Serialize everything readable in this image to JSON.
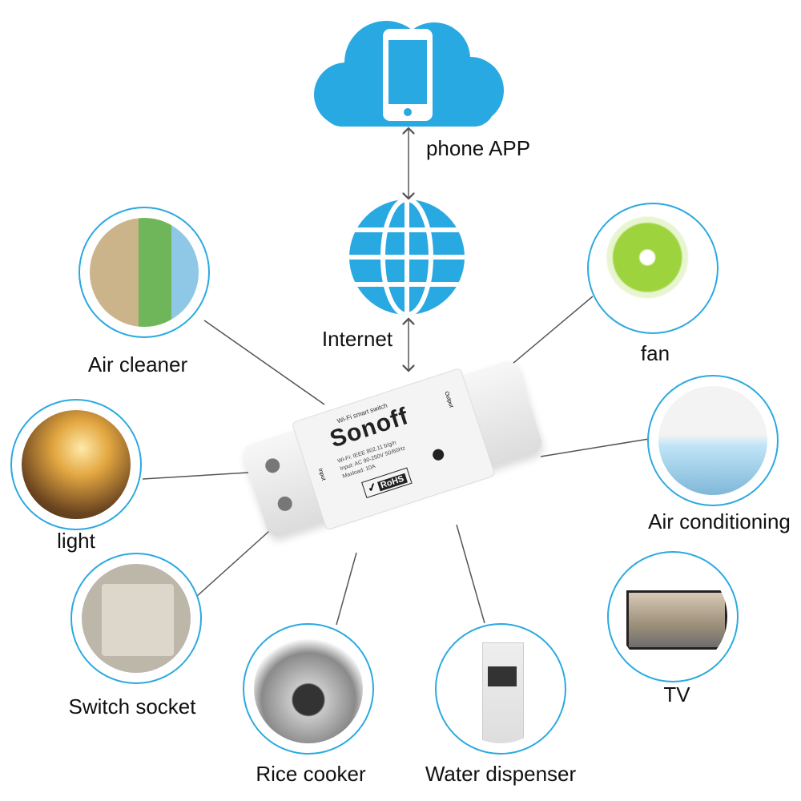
{
  "cloud": {
    "label": "phone APP",
    "color": "#29a9e1"
  },
  "internet": {
    "label": "Internet"
  },
  "device": {
    "brand": "Sonoff",
    "subtitle": "Wi-Fi smart switch",
    "spec_lines": [
      "Wi-Fi: IEEE 802.11 b/g/n",
      "Input: AC 90-250V 50/60Hz",
      "Maxload: 10A"
    ],
    "rohs": "RoHS",
    "input_label": "Input",
    "output_label": "Output"
  },
  "appliances": [
    {
      "id": "air-cleaner",
      "label": "Air cleaner"
    },
    {
      "id": "light",
      "label": "light"
    },
    {
      "id": "switch-socket",
      "label": "Switch socket"
    },
    {
      "id": "rice-cooker",
      "label": "Rice cooker"
    },
    {
      "id": "water-dispenser",
      "label": "Water dispenser"
    },
    {
      "id": "tv",
      "label": "TV"
    },
    {
      "id": "air-conditioning",
      "label": "Air conditioning"
    },
    {
      "id": "fan",
      "label": "fan"
    }
  ],
  "colors": {
    "accent": "#29a9e1",
    "ring": "#2aa9e0",
    "line": "#555555"
  }
}
